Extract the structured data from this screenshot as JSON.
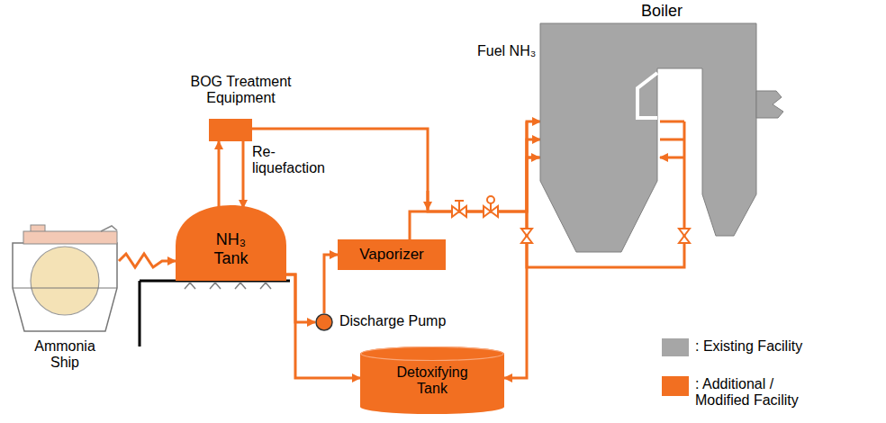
{
  "diagram": {
    "nodes": [
      {
        "text": [
          "Boiler"
        ]
      },
      {
        "text": [
          "BOG Treatment Equipment"
        ]
      },
      {
        "text": [
          "Ammonia Ship"
        ]
      },
      {
        "text": [
          "NH₃ Tank"
        ]
      },
      {
        "text": [
          "Vaporizer"
        ]
      },
      {
        "text": [
          "Discharge Pump"
        ]
      },
      {
        "text": [
          "Detoxifying Tank"
        ]
      }
    ],
    "edges": [
      {
        "from": 2,
        "to": 3,
        "arrow": "to"
      },
      {
        "from": 3,
        "to": 1,
        "arrow": "to"
      },
      {
        "from": 1,
        "to": 3,
        "label": "Re- liquefaction",
        "arrow": "to"
      },
      {
        "from": 1,
        "to": 0,
        "arrow": "to"
      },
      {
        "from": 3,
        "to": 5,
        "arrow": "to"
      },
      {
        "from": 5,
        "to": 4,
        "arrow": "to"
      },
      {
        "from": 4,
        "to": 0,
        "arrow": "to"
      },
      {
        "from": 3,
        "to": 6,
        "arrow": "to"
      },
      {
        "from": 0,
        "to": 6,
        "arrow": "to"
      }
    ],
    "labels": [
      "Fuel NH₃"
    ],
    "legend": [
      {
        "text": ": Existing Facility",
        "color": "#a6a6a6"
      },
      {
        "text": ": Additional / Modified Facility",
        "color": "#f26f21"
      }
    ]
  }
}
